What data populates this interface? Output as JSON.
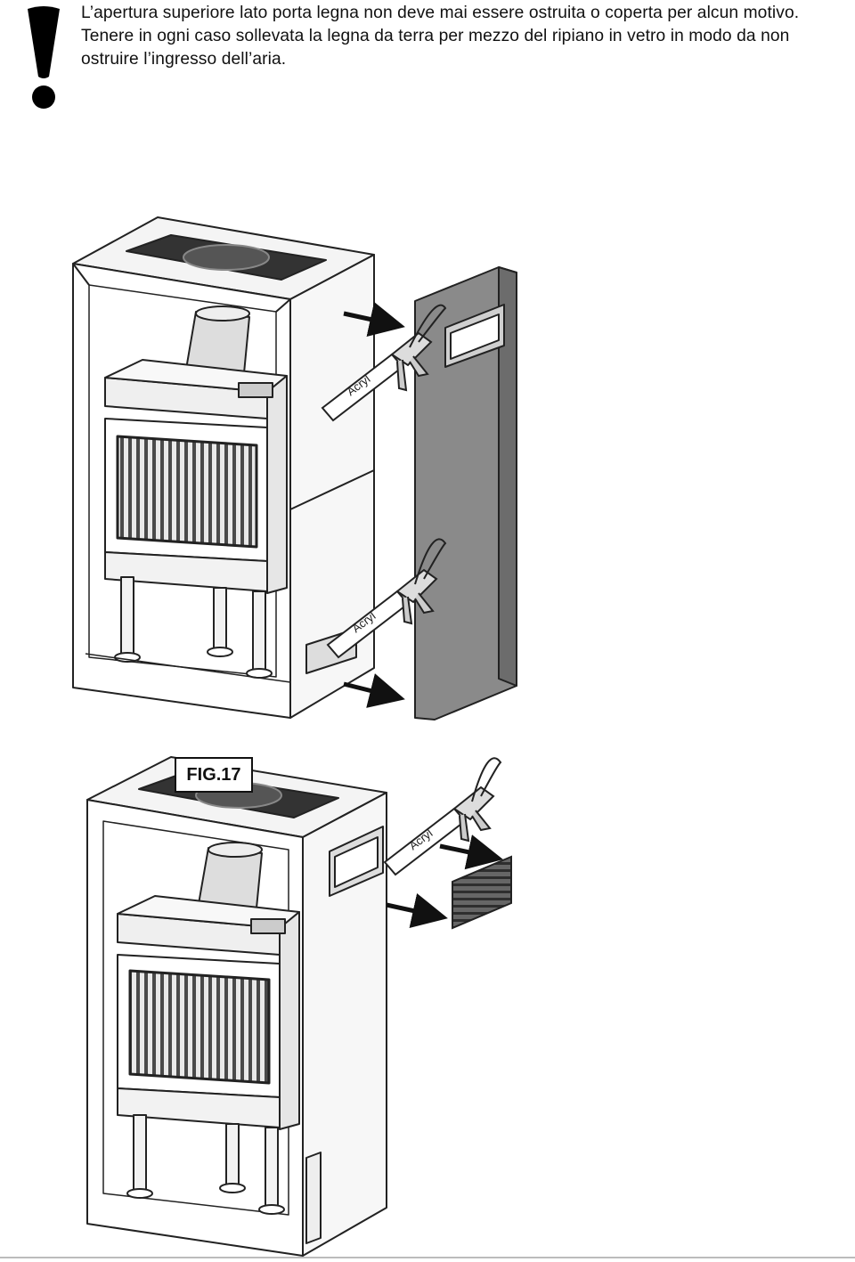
{
  "notice": {
    "line1": "L’apertura superiore lato porta legna non deve mai essere ostruita o coperta per alcun motivo.",
    "line2": "Tenere in ogni caso sollevata la legna da terra per mezzo del ripiano in vetro in modo da non",
    "line3": "ostruire l’ingresso dell’aria."
  },
  "figure": {
    "label": "FIG.17",
    "sealant_text": "Acryl"
  },
  "icons": {
    "warning": "exclamation-warning-icon"
  }
}
